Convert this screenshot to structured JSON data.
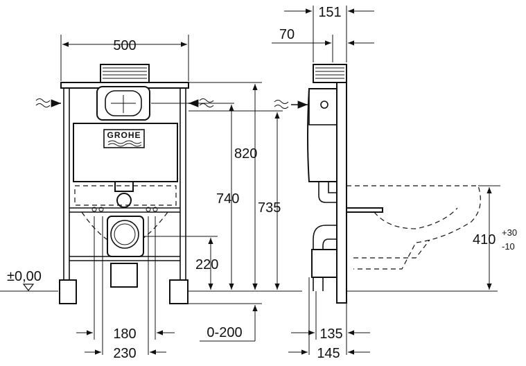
{
  "brand": {
    "logo_text": "GROHE"
  },
  "front_view": {
    "dim_width": "500",
    "dim_height_820": "820",
    "dim_height_740": "740",
    "dim_height_735": "735",
    "dim_height_220": "220",
    "dim_180": "180",
    "dim_230": "230",
    "dim_range": "0-200",
    "level_label": "±0,00"
  },
  "side_view": {
    "dim_151": "151",
    "dim_70": "70",
    "dim_135": "135",
    "dim_145": "145",
    "dim_410": "410",
    "tol_plus": "+30",
    "tol_minus": "-10"
  },
  "icons": [
    "water-inlet-icon",
    "floor-level-icon"
  ]
}
